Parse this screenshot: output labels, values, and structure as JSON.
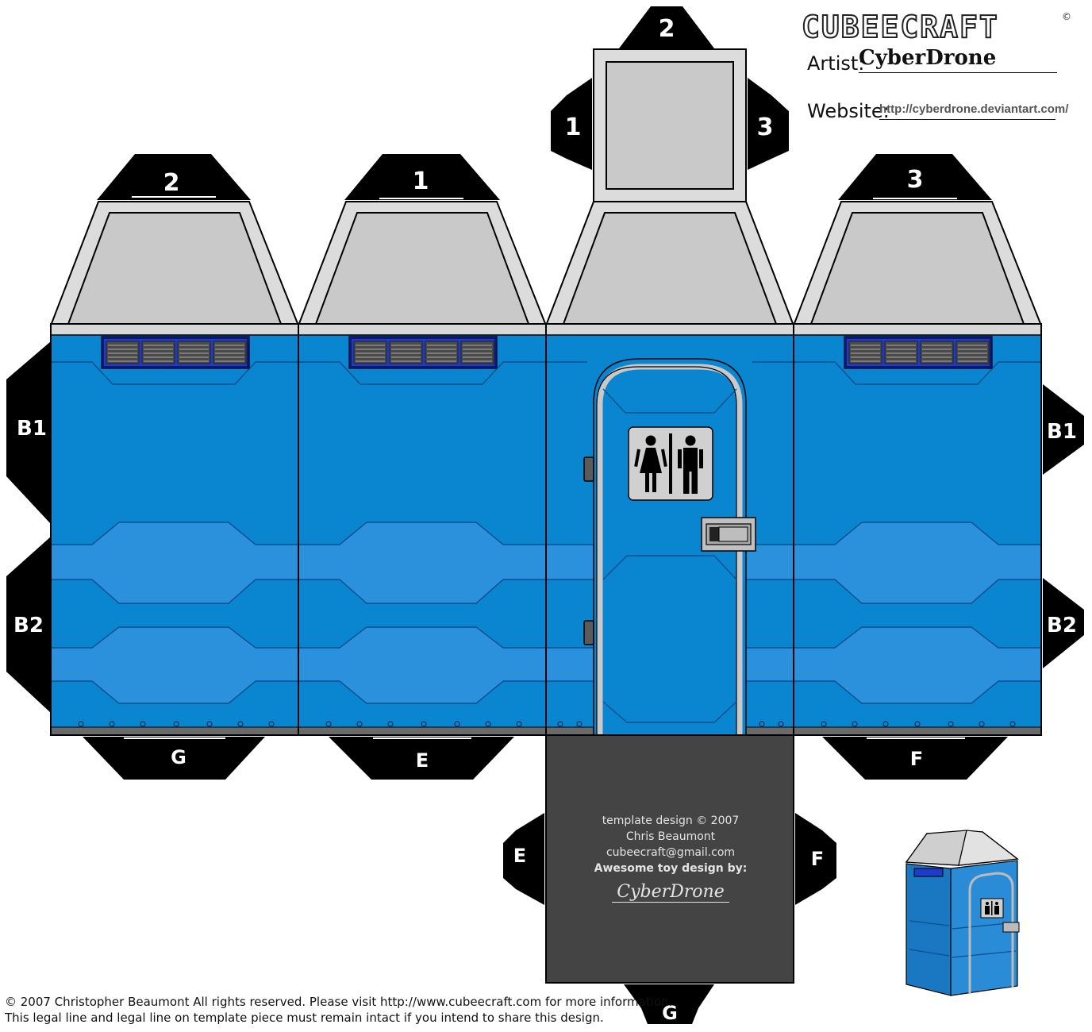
{
  "header": {
    "brand": "CUBEECRAFT",
    "copyright_mark": "©",
    "artist_label": "Artist:",
    "artist_name": "CyberDrone",
    "website_label": "Website:",
    "website_url": "http://cyberdrone.deviantart.com/"
  },
  "tabs": {
    "roof_top": "2",
    "roof_left": "1",
    "roof_right": "3",
    "panel1_top": "2",
    "panel2_top": "1",
    "panel4_top": "3",
    "left_b1": "B1",
    "left_b2": "B2",
    "right_b1": "B1",
    "right_b2": "B2",
    "panel1_bottom": "G",
    "panel2_bottom": "E",
    "panel4_bottom": "F",
    "base_left": "E",
    "base_right": "F",
    "base_bottom": "G"
  },
  "base_credits": {
    "line1": "template design © 2007",
    "line2": "Chris Beaumont",
    "line3": "cubeecraft@gmail.com",
    "line4": "Awesome toy design by:",
    "signature": "CyberDrone"
  },
  "legal": {
    "line1": "© 2007 Christopher Beaumont All rights reserved. Please visit http://www.cubeecraft.com for more information.",
    "line2": "This legal line and legal line on template piece must remain intact if you intend to share this design."
  },
  "colors": {
    "tab_black": "#000000",
    "panel_blue": "#0a85cf",
    "panel_band": "#2b91dc",
    "roof_grey": "#cccccc",
    "base_grey": "#444444",
    "vent_navy": "#1a2a9a"
  },
  "icons": [
    "restroom-sign-icon",
    "door-latch-icon",
    "door-hinge-icon",
    "vent-grille-icon"
  ]
}
